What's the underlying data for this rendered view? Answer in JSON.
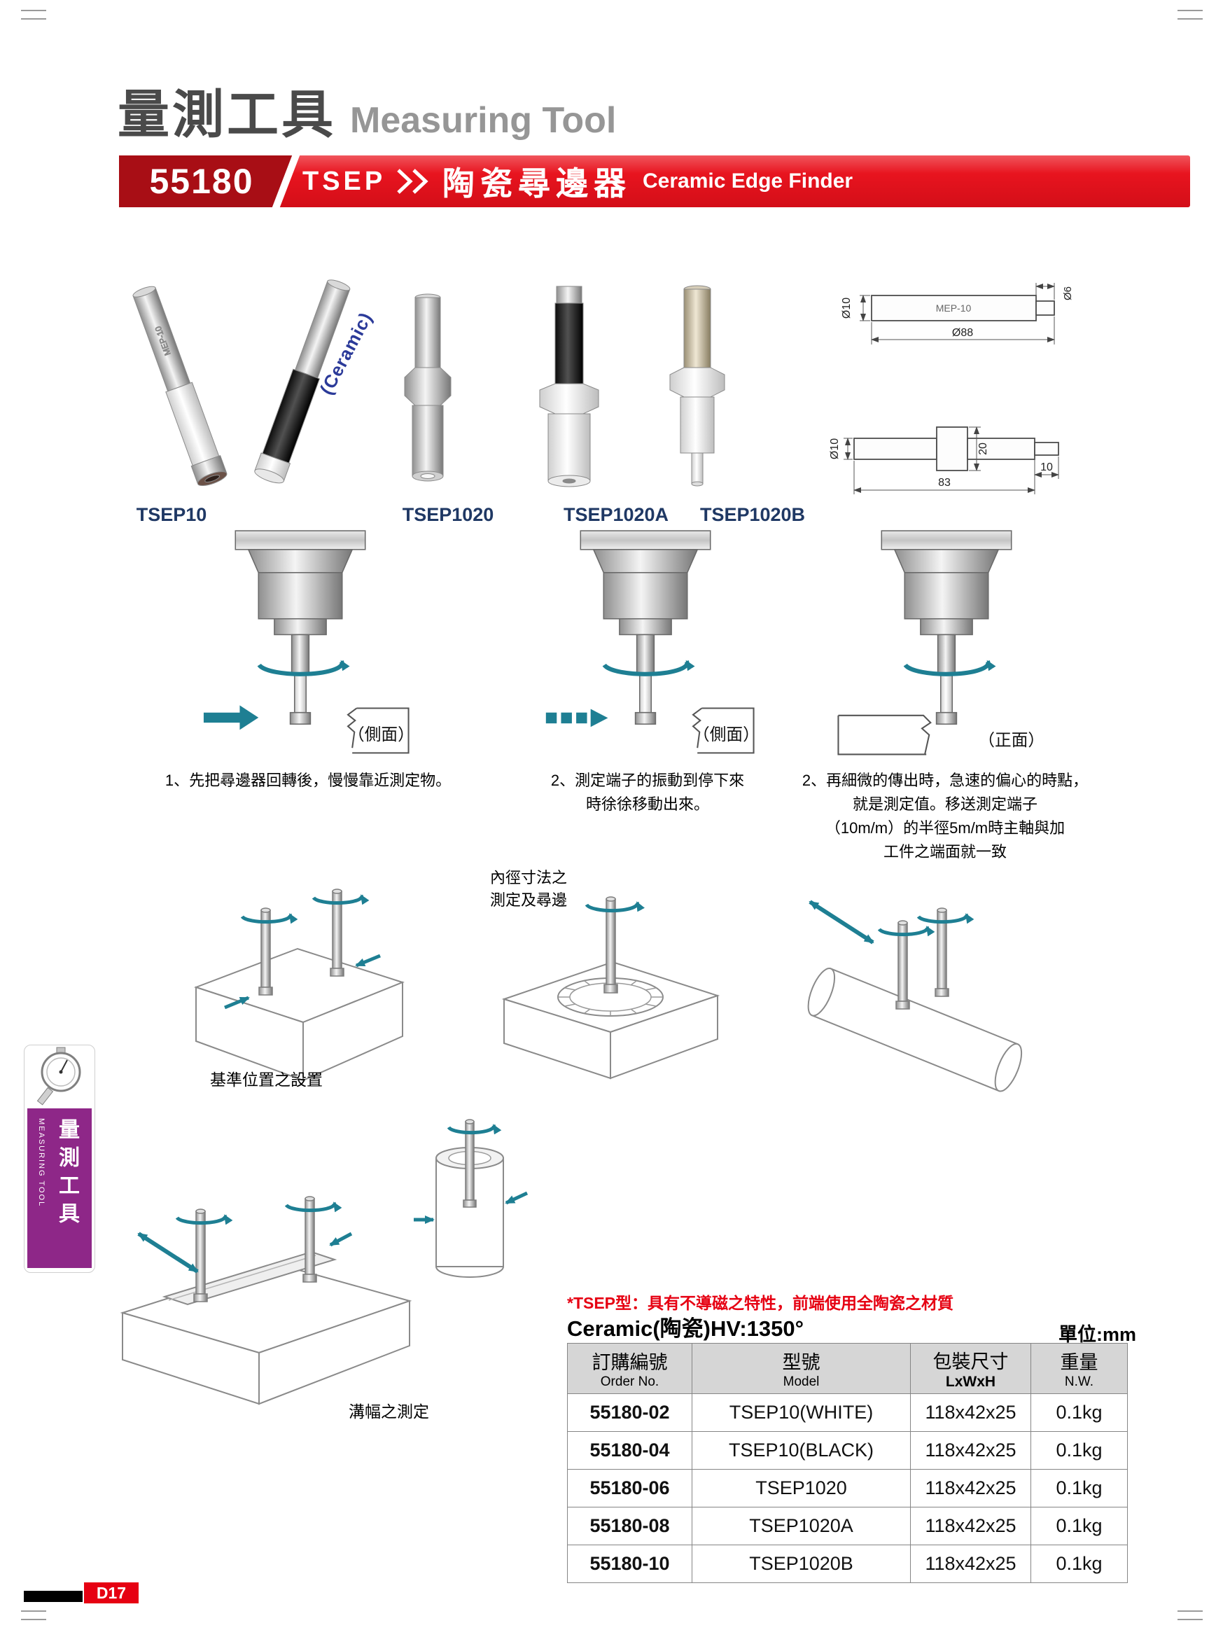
{
  "page": {
    "title_zh": "量測工具",
    "title_en": "Measuring Tool",
    "unit_label": "單位:mm",
    "page_number": "D17"
  },
  "banner": {
    "code": "55180",
    "series": "TSEP",
    "name_zh": "陶瓷尋邊器",
    "name_en": "Ceramic Edge Finder"
  },
  "sidebar": {
    "label_zh": "量測工具",
    "label_en": "MEASURING TOOL"
  },
  "products": {
    "ceramic_tag": "(Ceramic)",
    "marking": "MEP-10",
    "labels": [
      "TSEP10",
      "TSEP1020",
      "TSEP1020A",
      "TSEP1020B"
    ]
  },
  "drawing1": {
    "dia_left": "Ø10",
    "body_text": "MEP-10",
    "length": "Ø88",
    "dia_right": "Ø6"
  },
  "drawing2": {
    "dia_left": "Ø10",
    "collar": "20",
    "length": "83",
    "tip": "10"
  },
  "instructions": [
    {
      "view_label": "（側面）",
      "caption": "1、先把尋邊器回轉後，慢慢靠近測定物。"
    },
    {
      "view_label": "（側面）",
      "caption": "2、測定端子的振動到停下來\n時徐徐移動出來。"
    },
    {
      "view_label": "（正面）",
      "caption": "2、再細微的傳出時，急速的偏心的時點，\n就是測定值。移送測定端子\n（10m/m）的半徑5m/m時主軸與加\n工件之端面就一致"
    }
  ],
  "usage": {
    "caption_datum": "基準位置之設置",
    "caption_bore": "內徑寸法之\n測定及尋邊",
    "caption_slot": "溝幅之測定"
  },
  "spec": {
    "note": "*TSEP型：具有不導磁之特性，前端使用全陶瓷之材質",
    "ceramic": "Ceramic(陶瓷)HV:1350°"
  },
  "table": {
    "headers": [
      {
        "zh": "訂購編號",
        "en": "Order No."
      },
      {
        "zh": "型號",
        "en": "Model"
      },
      {
        "zh": "包裝尺寸",
        "en": "LxWxH"
      },
      {
        "zh": "重量",
        "en": "N.W."
      }
    ],
    "rows": [
      [
        "55180-02",
        "TSEP10(WHITE)",
        "118x42x25",
        "0.1kg"
      ],
      [
        "55180-04",
        "TSEP10(BLACK)",
        "118x42x25",
        "0.1kg"
      ],
      [
        "55180-06",
        "TSEP1020",
        "118x42x25",
        "0.1kg"
      ],
      [
        "55180-08",
        "TSEP1020A",
        "118x42x25",
        "0.1kg"
      ],
      [
        "55180-10",
        "TSEP1020B",
        "118x42x25",
        "0.1kg"
      ]
    ]
  },
  "icons": {
    "double_chevron": "»",
    "rotation_arrow": "↻",
    "approach_arrow": "→",
    "double_arrow": "↔",
    "dial_gauge": "dial-indicator"
  },
  "colors": {
    "banner_red": "#e8141f",
    "accent_red": "#e60012",
    "teal_arrow": "#1e7f93",
    "sidebar_purple": "#8e2788",
    "title_gray": "#4a4a4a"
  }
}
